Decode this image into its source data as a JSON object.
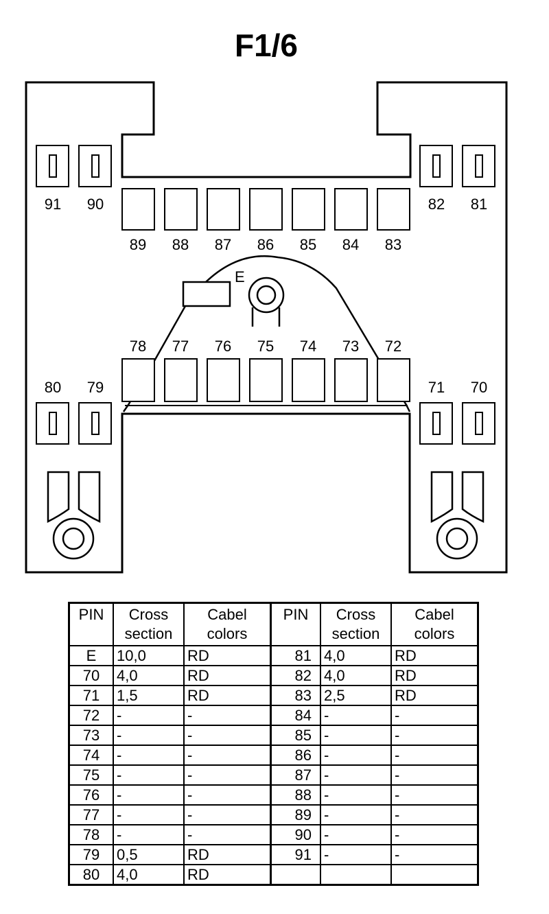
{
  "title": "F1/6",
  "diagram": {
    "top_pin_labels": [
      "89",
      "88",
      "87",
      "86",
      "85",
      "84",
      "83"
    ],
    "bottom_pin_labels": [
      "78",
      "77",
      "76",
      "75",
      "74",
      "73",
      "72"
    ],
    "upper_left_small_labels": [
      "91",
      "90"
    ],
    "upper_right_small_labels": [
      "82",
      "81"
    ],
    "lower_left_small_labels": [
      "80",
      "79"
    ],
    "lower_right_small_labels": [
      "71",
      "70"
    ],
    "ground_label": "E"
  },
  "table": {
    "headers": {
      "pin": "PIN",
      "cross_line1": "Cross",
      "cross_line2": "section",
      "colors_line1": "Cabel",
      "colors_line2": "colors"
    },
    "rows": [
      {
        "pin1": "E",
        "cross1": "10,0",
        "color1": "RD",
        "pin2": "81",
        "cross2": "4,0",
        "color2": "RD"
      },
      {
        "pin1": "70",
        "cross1": "4,0",
        "color1": "RD",
        "pin2": "82",
        "cross2": "4,0",
        "color2": "RD"
      },
      {
        "pin1": "71",
        "cross1": "1,5",
        "color1": "RD",
        "pin2": "83",
        "cross2": "2,5",
        "color2": "RD"
      },
      {
        "pin1": "72",
        "cross1": "-",
        "color1": "-",
        "pin2": "84",
        "cross2": "-",
        "color2": "-"
      },
      {
        "pin1": "73",
        "cross1": "-",
        "color1": "-",
        "pin2": "85",
        "cross2": "-",
        "color2": "-"
      },
      {
        "pin1": "74",
        "cross1": "-",
        "color1": "-",
        "pin2": "86",
        "cross2": "-",
        "color2": "-"
      },
      {
        "pin1": "75",
        "cross1": "-",
        "color1": "-",
        "pin2": "87",
        "cross2": "-",
        "color2": "-"
      },
      {
        "pin1": "76",
        "cross1": "-",
        "color1": "-",
        "pin2": "88",
        "cross2": "-",
        "color2": "-"
      },
      {
        "pin1": "77",
        "cross1": "-",
        "color1": "-",
        "pin2": "89",
        "cross2": "-",
        "color2": "-"
      },
      {
        "pin1": "78",
        "cross1": "-",
        "color1": "-",
        "pin2": "90",
        "cross2": "-",
        "color2": "-"
      },
      {
        "pin1": "79",
        "cross1": "0,5",
        "color1": "RD",
        "pin2": "91",
        "cross2": "-",
        "color2": "-"
      },
      {
        "pin1": "80",
        "cross1": "4,0",
        "color1": "RD",
        "pin2": "",
        "cross2": "",
        "color2": ""
      }
    ]
  }
}
